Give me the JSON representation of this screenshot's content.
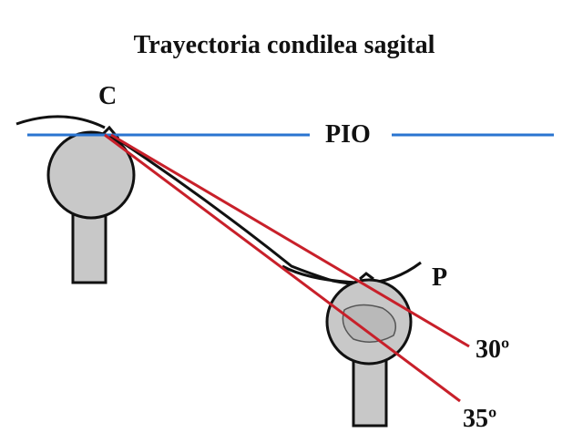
{
  "title": "Trayectoria condilea sagital",
  "labels": {
    "c": "C",
    "pio": "PIO",
    "p": "P",
    "angle_30": "30º",
    "angle_35": "35º"
  },
  "colors": {
    "reference_line": "#2a74d0",
    "angle_lines": "#c8202a",
    "condyle_fill": "#c8c8c8",
    "outline": "#111111"
  }
}
